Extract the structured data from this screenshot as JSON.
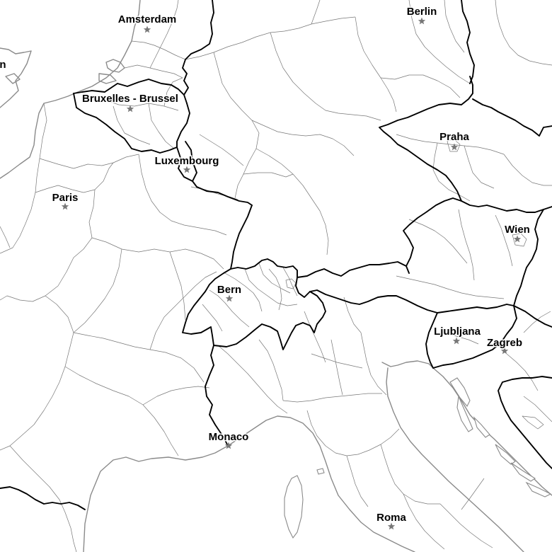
{
  "map": {
    "style": "political-boundaries-grayscale",
    "colors": {
      "background": "#ffffff",
      "national_border": "#000000",
      "regional_border": "#777777",
      "coastline": "#8a8a8a",
      "capital_marker": "#777777",
      "label_text": "#000000"
    }
  },
  "cities": [
    {
      "id": "amsterdam",
      "name": "Amsterdam",
      "marker": "star-icon"
    },
    {
      "id": "berlin",
      "name": "Berlin",
      "marker": "star-icon"
    },
    {
      "id": "bruxelles",
      "name": "Bruxelles - Brussel",
      "marker": "star-icon"
    },
    {
      "id": "luxembourg",
      "name": "Luxembourg",
      "marker": "star-icon"
    },
    {
      "id": "praha",
      "name": "Praha",
      "marker": "star-icon"
    },
    {
      "id": "paris",
      "name": "Paris",
      "marker": "star-icon"
    },
    {
      "id": "wien",
      "name": "Wien",
      "marker": "star-icon"
    },
    {
      "id": "bern",
      "name": "Bern",
      "marker": "star-icon"
    },
    {
      "id": "ljubljana",
      "name": "Ljubljana",
      "marker": "star-icon"
    },
    {
      "id": "zagreb",
      "name": "Zagreb",
      "marker": "star-icon"
    },
    {
      "id": "monaco",
      "name": "Monaco",
      "marker": "star-icon"
    },
    {
      "id": "roma",
      "name": "Roma",
      "marker": "star-icon"
    }
  ],
  "edge_label_fragment": "n"
}
